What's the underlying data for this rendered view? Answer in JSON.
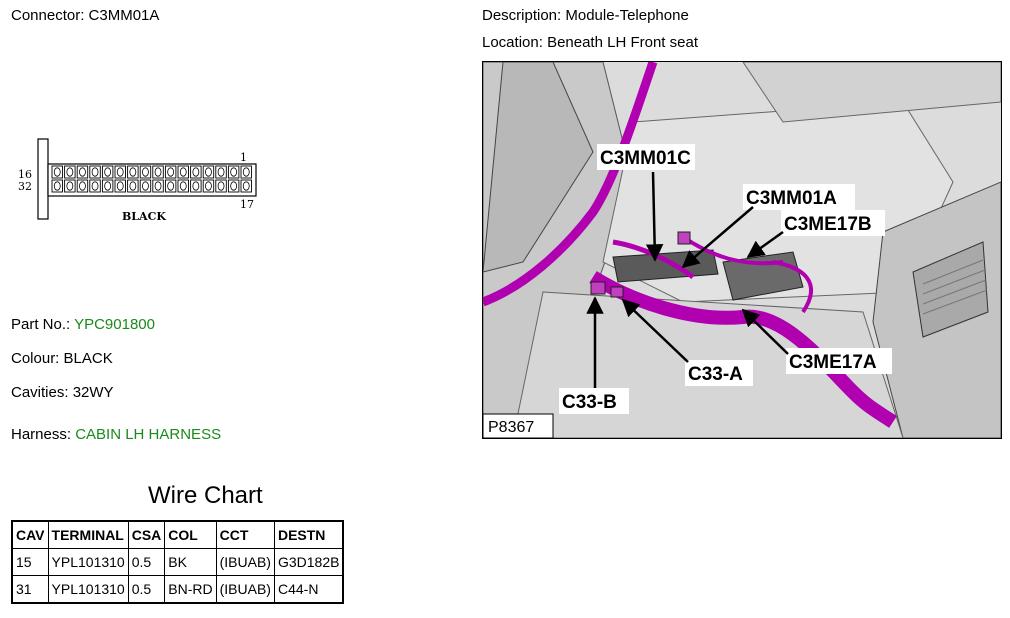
{
  "header": {
    "connector_label": "Connector:",
    "connector_value": "C3MM01A",
    "description_label": "Description:",
    "description_value": "Module-Telephone",
    "location_label": "Location:",
    "location_value": "Beneath LH Front seat"
  },
  "pinout": {
    "left_top_pin": "16",
    "left_bottom_pin": "32",
    "right_top_pin": "1",
    "right_bottom_pin": "17",
    "colour_caption": "BLACK"
  },
  "details": {
    "part_no_label": "Part No.:",
    "part_no_value": "YPC901800",
    "colour_label": "Colour:",
    "colour_value": "BLACK",
    "cavities_label": "Cavities:",
    "cavities_value": "32WY",
    "harness_label": "Harness:",
    "harness_value": "CABIN LH HARNESS"
  },
  "wire_chart": {
    "title": "Wire Chart",
    "columns": [
      "CAV",
      "TERMINAL",
      "CSA",
      "COL",
      "CCT",
      "DESTN"
    ],
    "rows": [
      [
        "15",
        "YPL101310",
        "0.5",
        "BK",
        "(IBUAB)",
        "G3D182B"
      ],
      [
        "31",
        "YPL101310",
        "0.5",
        "BN-RD",
        "(IBUAB)",
        "C44-N"
      ]
    ]
  },
  "photo": {
    "figure_id": "P8367",
    "callouts": {
      "c3mm01c": "C3MM01C",
      "c3mm01a": "C3MM01A",
      "c3me17b": "C3ME17B",
      "c3me17a": "C3ME17A",
      "c33a": "C33-A",
      "c33b": "C33-B"
    }
  },
  "colors": {
    "link_green": "#1a8a1a",
    "harness_magenta": "#b000b0"
  }
}
